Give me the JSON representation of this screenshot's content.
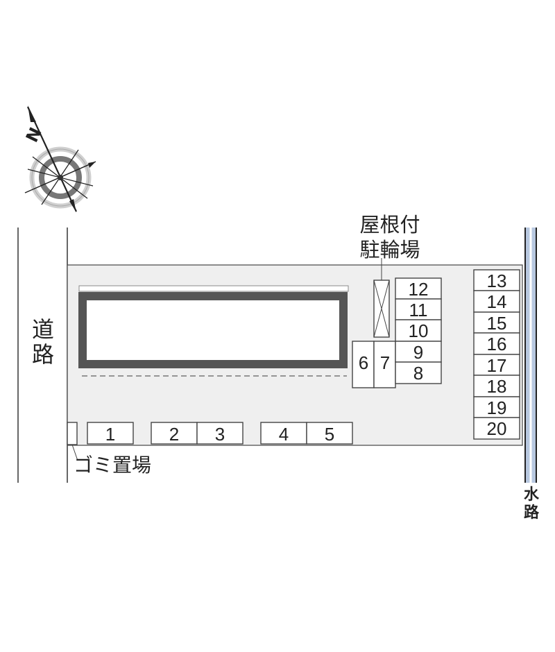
{
  "compass": {
    "north_label": "N"
  },
  "labels": {
    "road": [
      "道",
      "路"
    ],
    "waterway": [
      "水",
      "路"
    ],
    "bike_parking": [
      "屋根付",
      "駐輪場"
    ],
    "garbage": "ゴミ置場"
  },
  "parking": {
    "front_row": [
      "1",
      "2",
      "3",
      "4",
      "5"
    ],
    "small_pair": [
      "6",
      "7"
    ],
    "middle_column": [
      "12",
      "11",
      "10",
      "9",
      "8"
    ],
    "right_column": [
      "13",
      "14",
      "15",
      "16",
      "17",
      "18",
      "19",
      "20"
    ]
  },
  "colors": {
    "lot_fill": "#efefef",
    "building_outline": "#555555",
    "waterway_blue": "#b8c8e0"
  }
}
